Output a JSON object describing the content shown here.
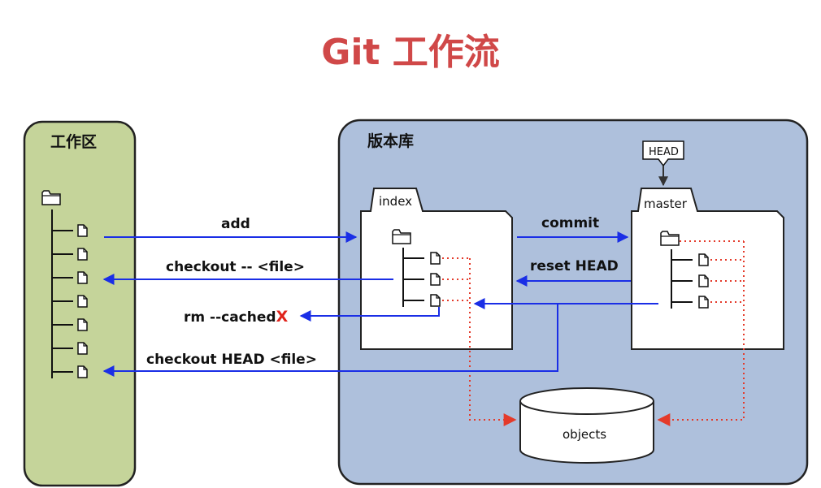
{
  "title": "Git 工作流",
  "areas": {
    "workspace": "工作区",
    "repository": "版本库"
  },
  "boxes": {
    "index": "index",
    "master": "master",
    "head": "HEAD",
    "objects": "objects"
  },
  "commands": {
    "add": "add",
    "checkout_file": "checkout -- <file>",
    "rm_cached": "rm --cached",
    "rm_cached_mark": "X",
    "checkout_head_file": "checkout HEAD <file>",
    "commit": "commit",
    "reset_head": "reset HEAD"
  },
  "colors": {
    "title": "#d04848",
    "workspace_fill": "#c5d49a",
    "repository_fill": "#aec0dc",
    "arrow_blue": "#1a2ee6",
    "dotted_red": "#e43a2a"
  }
}
